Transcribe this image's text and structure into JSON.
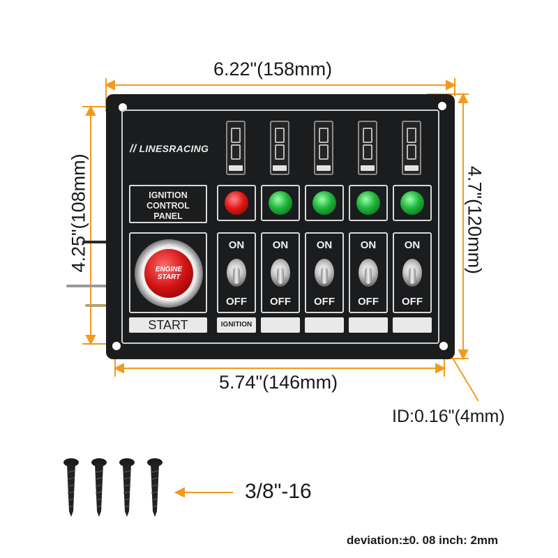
{
  "dimensions": {
    "top_width": "6.22\"(158mm)",
    "right_height": "4.7\"(120mm)",
    "left_height": "4.25\"(108mm)",
    "bottom_width": "5.74\"(146mm)",
    "hole_id": "ID:0.16\"(4mm)",
    "screw_size": "3/8\"-16",
    "deviation": "deviation:±0. 08 inch: 2mm"
  },
  "panel": {
    "brand": "LINESRACING",
    "title_line1": "IGNITION",
    "title_line2": "CONTROL",
    "title_line3": "PANEL",
    "start_button_line1": "ENGINE",
    "start_button_line2": "START",
    "start_label": "START",
    "ignition_label": "IGNITION",
    "switch_on": "ON",
    "switch_off": "OFF"
  },
  "colors": {
    "accent_orange": "#f39a1e",
    "panel_black": "#1b1c1e",
    "lamp_red": "#e01818",
    "lamp_green": "#1fb33a"
  },
  "icons": [
    "fuse-holder-icon",
    "indicator-lamp-icon",
    "toggle-switch-icon",
    "screw-icon"
  ]
}
